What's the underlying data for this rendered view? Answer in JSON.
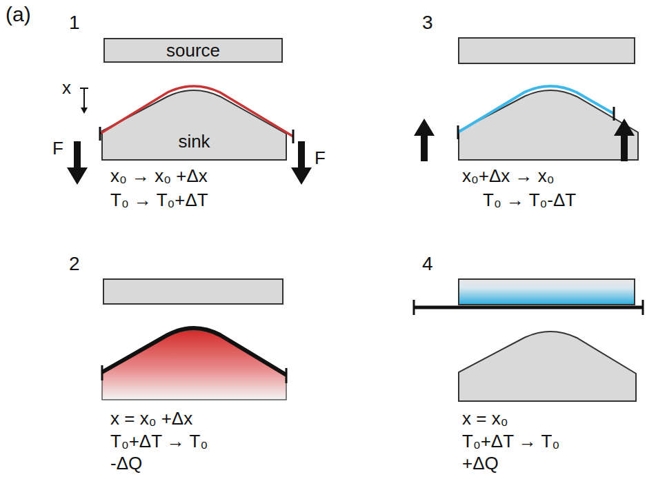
{
  "diagram": {
    "nodes": [
      {
        "text": [
          "source"
        ]
      },
      {
        "text": [
          "sink"
        ]
      }
    ],
    "labels": [
      "(a)",
      "1",
      "x",
      "F",
      "F",
      "x₀ → x₀ +Δx",
      "T₀ → T₀+ΔT",
      "3",
      "x₀+Δx → x₀",
      "T₀ → T₀-ΔT",
      "2",
      "x = x₀ +Δx",
      "T₀+ΔT → T₀",
      "-ΔQ",
      "4",
      "x = x₀",
      "T₀+ΔT → T₀",
      "+ΔQ"
    ]
  }
}
